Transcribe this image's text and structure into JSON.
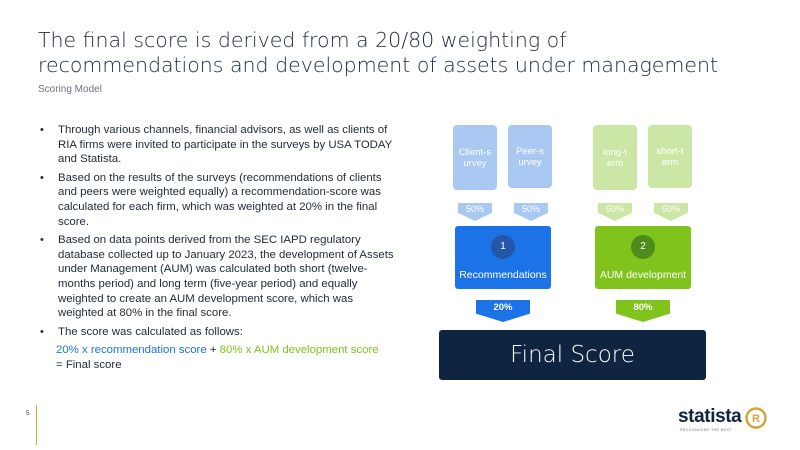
{
  "header": {
    "title": "The final score is derived from a 20/80 weighting of recommendations and development of assets under management",
    "subtitle": "Scoring Model"
  },
  "bullets": [
    "Through various channels, financial advisors, as well as clients of RIA firms were invited to participate in the surveys by USA TODAY and Statista.",
    "Based on the results of the surveys (recommendations of clients and peers were weighted equally) a recommendation-score was calculated for each firm, which was weighted at 20% in the final score.",
    "Based on data points derived from the SEC IAPD regulatory database collected up to January 2023, the development of Assets under Management (AUM) was calculated both short (twelve-months period) and long term (five-year period) and equally weighted to create an AUM development score, which was weighted at 80% in the final score.",
    "The score was calculated as follows:"
  ],
  "formula": {
    "part1": "20% x recommendation score",
    "plus": " + ",
    "part2": "80% x AUM development score",
    "equals": " = Final score"
  },
  "diagram": {
    "sources": [
      {
        "label": "Client-survey",
        "pct": "50%"
      },
      {
        "label": "Peer-survey",
        "pct": "50%"
      },
      {
        "label": "long-term",
        "pct": "50%"
      },
      {
        "label": "short-term",
        "pct": "50%"
      }
    ],
    "components": [
      {
        "number": "1",
        "label": "Recommendations",
        "weight": "20%"
      },
      {
        "number": "2",
        "label": "AUM development",
        "weight": "80%"
      }
    ],
    "final_label": "Final Score"
  },
  "footer": {
    "page_number": "5",
    "logo_text": "statista",
    "logo_tagline": "RECOGNIZING THE BEST",
    "logo_mark": "R"
  },
  "colors": {
    "accent_blue": "#1c73e8",
    "accent_green": "#7fc31c",
    "navy": "#0f2440",
    "light_blue": "#a9c8f2",
    "light_green": "#cce6a6",
    "gold": "#d4a43a"
  }
}
